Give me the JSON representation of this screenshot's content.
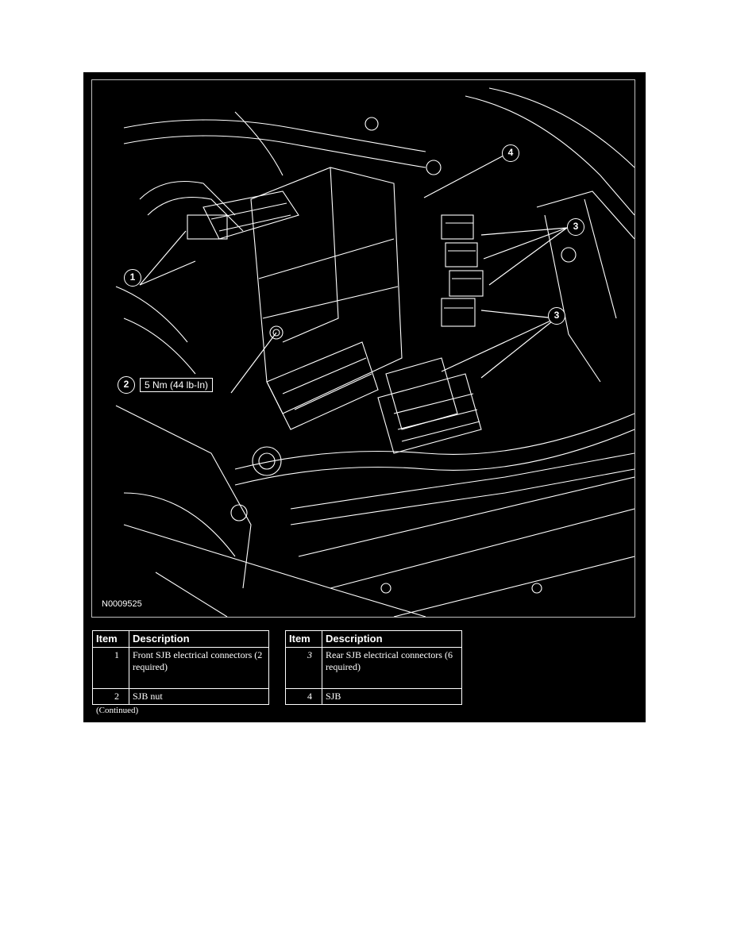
{
  "figure": {
    "code": "N0009525",
    "callouts": [
      "1",
      "2",
      "3",
      "3",
      "4"
    ],
    "torque_spec": "5 Nm (44 lb-In)"
  },
  "tables": [
    {
      "headers": [
        "Item",
        "Description"
      ],
      "rows": [
        {
          "item": "1",
          "description": "Front SJB electrical connectors (2 required)"
        },
        {
          "item": "2",
          "description": "SJB nut"
        }
      ]
    },
    {
      "headers": [
        "Item",
        "Description"
      ],
      "rows": [
        {
          "item": "3",
          "description": "Rear SJB electrical connectors (6 required)"
        },
        {
          "item": "4",
          "description": "SJB"
        }
      ]
    }
  ],
  "footer": {
    "continued": "(Continued)"
  }
}
